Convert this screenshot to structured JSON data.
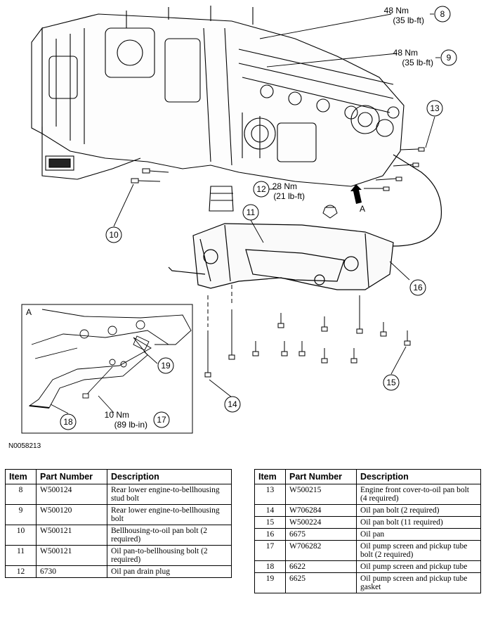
{
  "figure_id": "N0058213",
  "callouts": {
    "c8": {
      "num": "8",
      "torque_nm": "48 Nm",
      "torque_lbft": "(35 lb-ft)"
    },
    "c9": {
      "num": "9",
      "torque_nm": "48 Nm",
      "torque_lbft": "(35 lb-ft)"
    },
    "c10": {
      "num": "10"
    },
    "c11": {
      "num": "11"
    },
    "c12": {
      "num": "12",
      "torque_nm": "28 Nm",
      "torque_lbft": "(21 lb-ft)"
    },
    "c13": {
      "num": "13"
    },
    "c14": {
      "num": "14"
    },
    "c15": {
      "num": "15"
    },
    "c16": {
      "num": "16"
    },
    "c17": {
      "num": "17",
      "torque_nm": "10 Nm",
      "torque_lbin": "(89 lb-in)"
    },
    "c18": {
      "num": "18"
    },
    "c19": {
      "num": "19"
    }
  },
  "view_label": "A",
  "detail_label": "A",
  "table_headers": {
    "item": "Item",
    "part_number": "Part Number",
    "description": "Description"
  },
  "table_left": [
    {
      "item": "8",
      "part": "W500124",
      "desc": "Rear lower engine-to-bellhousing stud bolt"
    },
    {
      "item": "9",
      "part": "W500120",
      "desc": "Rear lower engine-to-bellhousing bolt"
    },
    {
      "item": "10",
      "part": "W500121",
      "desc": "Bellhousing-to-oil pan bolt (2 required)"
    },
    {
      "item": "11",
      "part": "W500121",
      "desc": "Oil pan-to-bellhousing bolt (2 required)"
    },
    {
      "item": "12",
      "part": "6730",
      "desc": "Oil pan drain plug"
    }
  ],
  "table_right": [
    {
      "item": "13",
      "part": "W500215",
      "desc": "Engine front cover-to-oil pan bolt (4 required)"
    },
    {
      "item": "14",
      "part": "W706284",
      "desc": "Oil pan bolt (2 required)"
    },
    {
      "item": "15",
      "part": "W500224",
      "desc": "Oil pan bolt (11 required)"
    },
    {
      "item": "16",
      "part": "6675",
      "desc": "Oil pan"
    },
    {
      "item": "17",
      "part": "W706282",
      "desc": "Oil pump screen and pickup tube bolt (2 required)"
    },
    {
      "item": "18",
      "part": "6622",
      "desc": "Oil pump screen and pickup tube"
    },
    {
      "item": "19",
      "part": "6625",
      "desc": "Oil pump screen and pickup tube gasket"
    }
  ]
}
